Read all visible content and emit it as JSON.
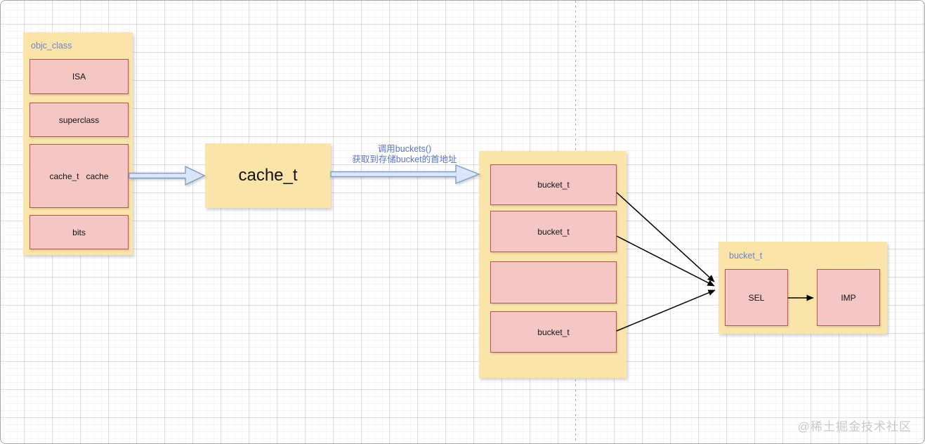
{
  "diagram": {
    "objc_class": {
      "title": "objc_class",
      "fields": [
        "ISA",
        "superclass",
        "cache_t   cache",
        "bits"
      ]
    },
    "cache_node": {
      "label": "cache_t"
    },
    "buckets_caption": {
      "line1": "调用buckets()",
      "line2": "获取到存储bucket的首地址"
    },
    "bucket_array": {
      "items": [
        "bucket_t",
        "bucket_t",
        "",
        "bucket_t"
      ]
    },
    "bucket_struct": {
      "title": "bucket_t",
      "sel": "SEL",
      "imp": "IMP"
    },
    "watermark": "@稀土掘金技术社区",
    "colors": {
      "container_fill": "#FAE4AA",
      "cell_fill": "#F4C7C4",
      "cell_border": "#B85450",
      "block_arrow_fill": "#D9E6FB",
      "block_arrow_border": "#7E9CC8",
      "container_label_blue": "#6B84C7",
      "caption_blue": "#5B76C0",
      "connector_color": "#000000",
      "watermark_gray": "#C9C9C9"
    }
  }
}
